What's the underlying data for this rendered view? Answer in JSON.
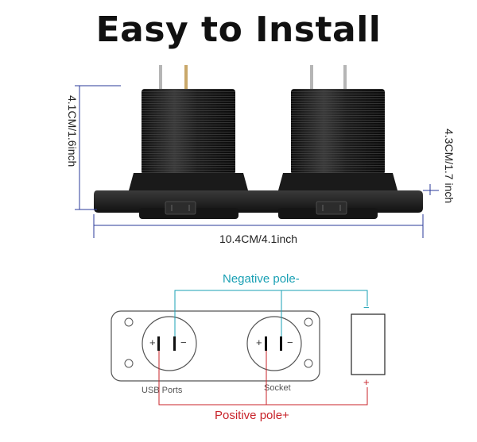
{
  "title": "Easy to Install",
  "dimensions": {
    "height_left": "4.1CM/1.6inch",
    "height_right": "4.3CM/1.7 inch",
    "width": "10.4CM/4.1inch"
  },
  "wiring": {
    "negative_label": "Negative pole-",
    "positive_label": "Positive  pole+",
    "usb_label": "USB Ports",
    "socket_label": "Socket",
    "plus_sign": "+",
    "minus_sign": "−",
    "battery_minus": "−",
    "battery_plus": "+"
  },
  "colors": {
    "negative": "#1aa0b4",
    "positive": "#c8232a",
    "dimension_line": "#2a3a9a",
    "panel_body": "#1e1e1e"
  }
}
